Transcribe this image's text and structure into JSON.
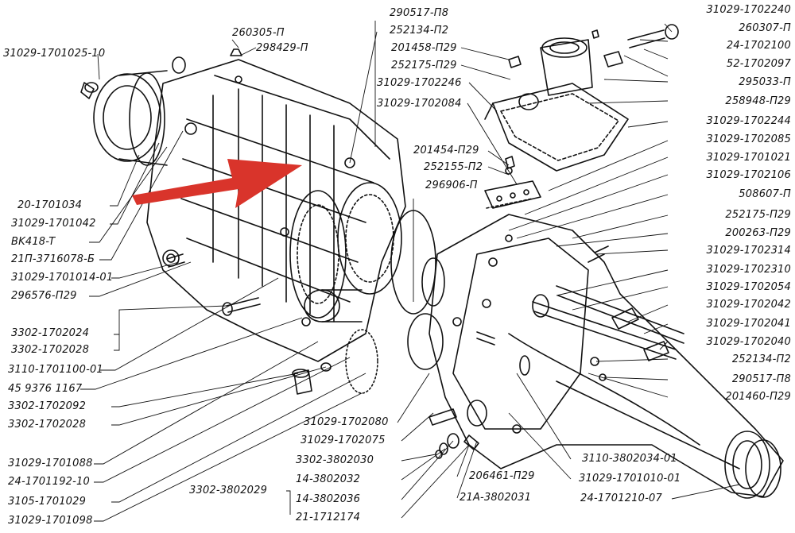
{
  "diagram": {
    "title": "",
    "accent_color": "#d9342b",
    "ink_color": "#111111",
    "highlight": {
      "kind": "arrow",
      "color": "#d9342b"
    },
    "labels_left": [
      "31029-1701025-10",
      "20-1701034",
      "31029-1701042",
      "BK418-T",
      "21П-3716078-Б",
      "31029-1701014-01",
      "296576-П29",
      "3302-1702024",
      "3302-1702028",
      "3110-1701100-01",
      "45 9376 1167",
      "3302-1702092",
      "3302-1702028",
      "31029-1701088",
      "24-1701192-10",
      "3105-1701029",
      "31029-1701098"
    ],
    "labels_top": [
      "260305-П",
      "298429-П",
      "290517-П8",
      "252134-П2",
      "201458-П29",
      "252175-П29",
      "31029-1702246",
      "31029-1702084",
      "201454-П29",
      "252155-П2",
      "296906-П"
    ],
    "labels_right": [
      "31029-1702240",
      "260307-П",
      "24-1702100",
      "52-1702097",
      "295033-П",
      "258948-П29",
      "31029-1702244",
      "31029-1702085",
      "31029-1701021",
      "31029-1702106",
      "508607-П",
      "252175-П29",
      "200263-П29",
      "31029-1702314",
      "31029-1702310",
      "31029-1702054",
      "31029-1702042",
      "31029-1702041",
      "31029-1702040",
      "252134-П2",
      "290517-П8",
      "201460-П29"
    ],
    "labels_bottom": [
      "31029-1702080",
      "31029-1702075",
      "3302-3802030",
      "3302-3802029",
      "14-3802032",
      "14-3802036",
      "21-1712174",
      "206461-П29",
      "21А-3802031",
      "3110-3802034-01",
      "31029-1701010-01",
      "24-1701210-07"
    ]
  }
}
